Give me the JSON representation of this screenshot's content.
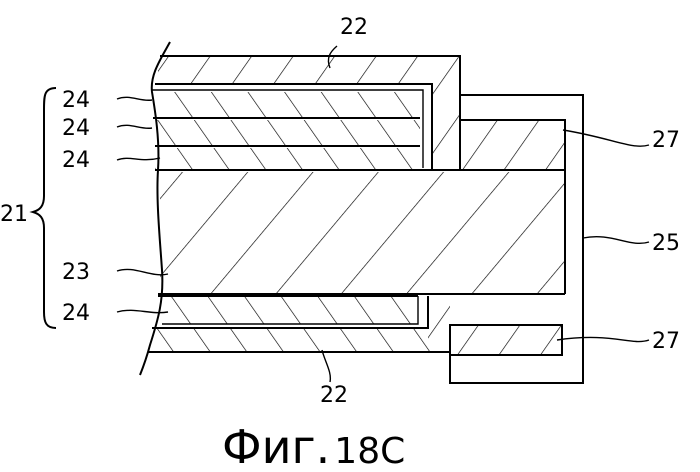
{
  "figure": {
    "caption_word": "Фиг.",
    "caption_number": "18C"
  },
  "labels": {
    "l22_top": "22",
    "l22_bottom": "22",
    "l21": "21",
    "l23": "23",
    "l24_a": "24",
    "l24_b": "24",
    "l24_c": "24",
    "l24_d": "24",
    "l25": "25",
    "l27_top": "27",
    "l27_bottom": "27"
  }
}
